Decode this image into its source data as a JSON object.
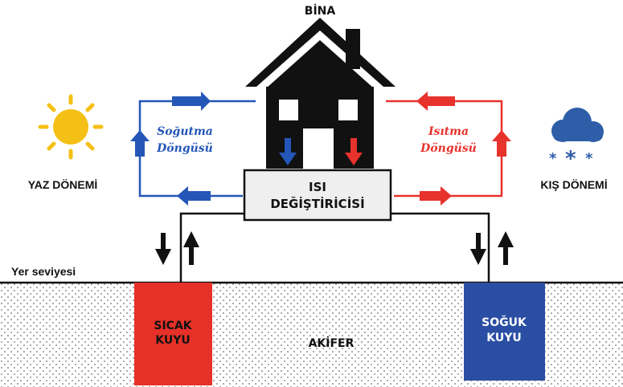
{
  "building_label": "BİNA",
  "heat_exchanger": {
    "line1": "ISI",
    "line2": "DEĞİŞTİRİCİSİ"
  },
  "cooling_cycle": {
    "line1": "Soğutma",
    "line2": "Döngüsü"
  },
  "heating_cycle": {
    "line1": "Isıtma",
    "line2": "Döngüsü"
  },
  "summer_label": "YAZ DÖNEMİ",
  "winter_label": "KIŞ DÖNEMİ",
  "ground_level_label": "Yer seviyesi",
  "hot_well": {
    "line1": "SICAK",
    "line2": "KUYU"
  },
  "cold_well": {
    "line1": "SOĞUK",
    "line2": "KUYU"
  },
  "aquifer_label": "AKİFER",
  "icons": {
    "summer": "sun-icon",
    "winter": "snow-cloud-icon",
    "building": "house-icon"
  },
  "colors": {
    "cooling": "#2456b8",
    "heating": "#e8322c",
    "hot_well": "#e63128",
    "cold_well": "#2a4ea3",
    "sun": "#f5c016",
    "cloud": "#2f5ea8"
  }
}
